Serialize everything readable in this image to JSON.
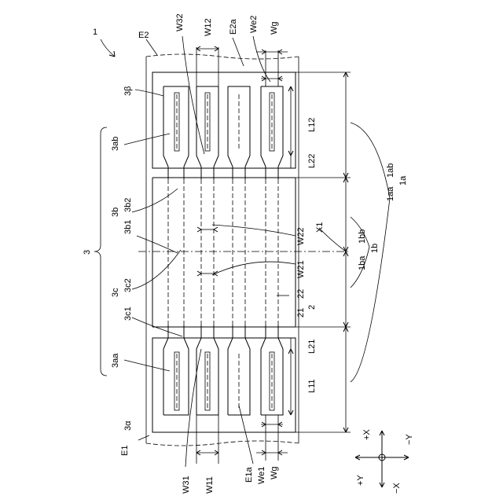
{
  "figure_number": "1",
  "labels": {
    "E2": "E2",
    "E1": "E1",
    "W32": "W32",
    "W12": "W12",
    "E2a": "E2a",
    "We2": "We2",
    "Wg_top": "Wg",
    "three_beta": "3β",
    "three_alpha": "3α",
    "three_ab": "3ab",
    "three_aa": "3aa",
    "three": "3",
    "three_b": "3b",
    "three_b1": "3b1",
    "three_b2": "3b2",
    "three_c": "3c",
    "three_c1": "3c1",
    "three_c2": "3c2",
    "L12": "L12",
    "L22": "L22",
    "L21": "L21",
    "L11": "L11",
    "X1": "X1",
    "W22": "W22",
    "W21": "W21",
    "two": "2",
    "twentyone": "21",
    "twentytwo": "22",
    "one_aa": "1aa",
    "one_ab": "1ab",
    "one_a": "1a",
    "one_ba": "1ba",
    "one_bb": "1bb",
    "one_b": "1b",
    "W31": "W31",
    "W11": "W11",
    "E1a": "E1a",
    "We1": "We1",
    "Wg_bottom": "Wg"
  },
  "axes": {
    "plus_x": "+X",
    "minus_x": "−X",
    "plus_y": "+Y",
    "minus_y": "−Y"
  }
}
